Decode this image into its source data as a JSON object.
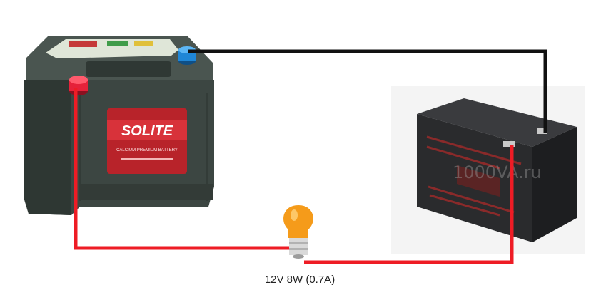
{
  "caption": "12V 8W (0.7A)",
  "car_battery": {
    "brand": "SOLITE",
    "tagline": "CALCIUM PREMIUM BATTERY"
  },
  "small_battery": {
    "watermark": "1000VA.ru"
  },
  "colors": {
    "positive_wire": "#ee1c25",
    "negative_wire": "#111111",
    "car_battery_case": "#3c4642",
    "small_battery_case": "#2a2b2d",
    "bulb_amber": "#f59b1a",
    "positive_terminal": "#e5223a",
    "negative_terminal": "#1f86d6"
  }
}
